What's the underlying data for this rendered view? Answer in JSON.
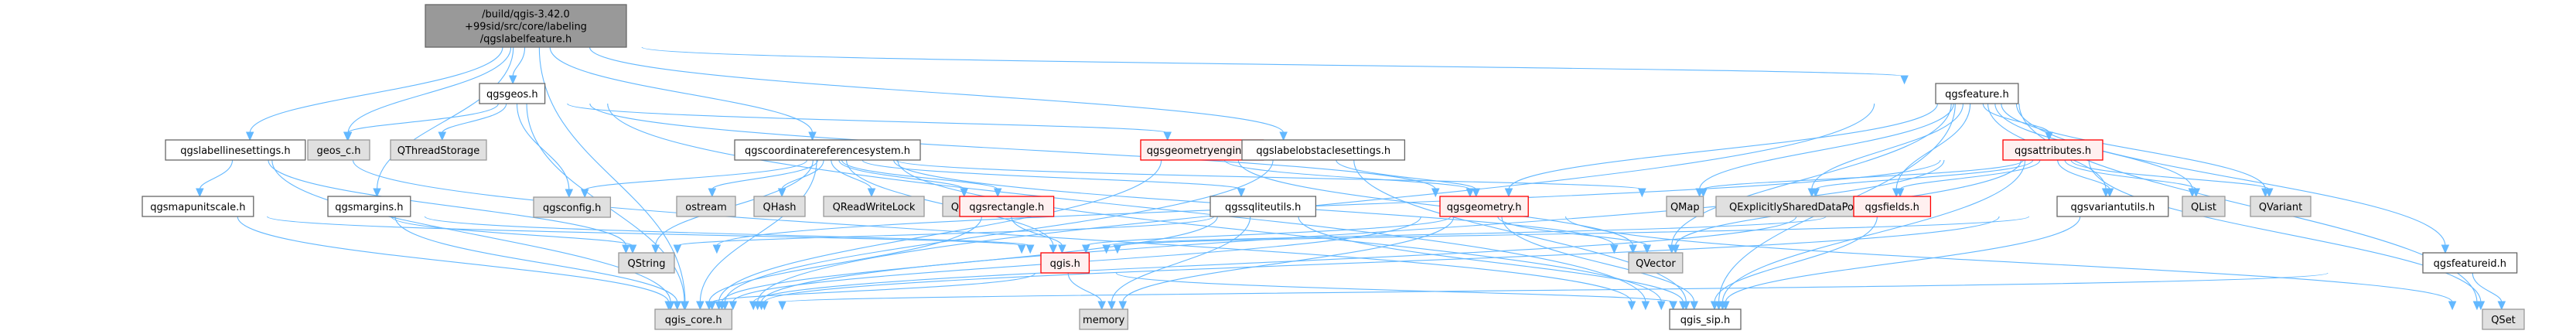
{
  "title": "qgslabelfeature.h include dependency graph",
  "colors": {
    "edge": "#63b8ff",
    "root_fill": "#999999",
    "root_border": "#666666",
    "doc_fill": "#ffffff",
    "doc_border": "#666666",
    "ext_fill": "#e0e0e0",
    "ext_border": "#999999",
    "trunc_fill": "#fff0f0",
    "trunc_border": "#ff0000"
  },
  "nodes": [
    {
      "id": "root",
      "label": [
        "/build/qgis-3.42.0",
        "+99sid/src/core/labeling",
        "/qgslabelfeature.h"
      ],
      "kind": "root"
    },
    {
      "id": "qgsgeos",
      "label": [
        "qgsgeos.h"
      ],
      "kind": "doc"
    },
    {
      "id": "qgsfeature",
      "label": [
        "qgsfeature.h"
      ],
      "kind": "doc"
    },
    {
      "id": "qgslabellinesettings",
      "label": [
        "qgslabellinesettings.h"
      ],
      "kind": "doc"
    },
    {
      "id": "geos_c",
      "label": [
        "geos_c.h"
      ],
      "kind": "ext"
    },
    {
      "id": "QThreadStorage",
      "label": [
        "QThreadStorage"
      ],
      "kind": "ext"
    },
    {
      "id": "qgscrs",
      "label": [
        "qgscoordinatereferencesystem.h"
      ],
      "kind": "doc"
    },
    {
      "id": "qgsgeometryengine",
      "label": [
        "qgsgeometryengine.h"
      ],
      "kind": "trunc"
    },
    {
      "id": "qgslabelobstaclesettings",
      "label": [
        "qgslabelobstaclesettings.h"
      ],
      "kind": "doc"
    },
    {
      "id": "qgsattributes",
      "label": [
        "qgsattributes.h"
      ],
      "kind": "trunc"
    },
    {
      "id": "qgsmapunitscale",
      "label": [
        "qgsmapunitscale.h"
      ],
      "kind": "doc"
    },
    {
      "id": "qgsmargins",
      "label": [
        "qgsmargins.h"
      ],
      "kind": "doc"
    },
    {
      "id": "qgsconfig",
      "label": [
        "qgsconfig.h"
      ],
      "kind": "ext"
    },
    {
      "id": "ostream",
      "label": [
        "ostream"
      ],
      "kind": "ext"
    },
    {
      "id": "QHash",
      "label": [
        "QHash"
      ],
      "kind": "ext"
    },
    {
      "id": "QReadWriteLock",
      "label": [
        "QReadWriteLock"
      ],
      "kind": "ext"
    },
    {
      "id": "QObject",
      "label": [
        "QObject"
      ],
      "kind": "ext"
    },
    {
      "id": "qgsrectangle",
      "label": [
        "qgsrectangle.h"
      ],
      "kind": "trunc"
    },
    {
      "id": "qgssqliteutils",
      "label": [
        "qgssqliteutils.h"
      ],
      "kind": "doc"
    },
    {
      "id": "qgsgeometry",
      "label": [
        "qgsgeometry.h"
      ],
      "kind": "trunc"
    },
    {
      "id": "QMap",
      "label": [
        "QMap"
      ],
      "kind": "ext"
    },
    {
      "id": "QESDP",
      "label": [
        "QExplicitlySharedDataPointer"
      ],
      "kind": "ext"
    },
    {
      "id": "qgsfields",
      "label": [
        "qgsfields.h"
      ],
      "kind": "trunc"
    },
    {
      "id": "qgsvariantutils",
      "label": [
        "qgsvariantutils.h"
      ],
      "kind": "doc"
    },
    {
      "id": "QList",
      "label": [
        "QList"
      ],
      "kind": "ext"
    },
    {
      "id": "QVariant",
      "label": [
        "QVariant"
      ],
      "kind": "ext"
    },
    {
      "id": "QString",
      "label": [
        "QString"
      ],
      "kind": "ext"
    },
    {
      "id": "qgis",
      "label": [
        "qgis.h"
      ],
      "kind": "trunc"
    },
    {
      "id": "QVector",
      "label": [
        "QVector"
      ],
      "kind": "ext"
    },
    {
      "id": "qgsfeatureid",
      "label": [
        "qgsfeatureid.h"
      ],
      "kind": "doc"
    },
    {
      "id": "qgis_core",
      "label": [
        "qgis_core.h"
      ],
      "kind": "ext"
    },
    {
      "id": "memory",
      "label": [
        "memory"
      ],
      "kind": "ext"
    },
    {
      "id": "qgis_sip",
      "label": [
        "qgis_sip.h"
      ],
      "kind": "doc"
    },
    {
      "id": "QSet",
      "label": [
        "QSet"
      ],
      "kind": "ext"
    }
  ],
  "edges": [
    [
      "root",
      "qgis_core"
    ],
    [
      "root",
      "qgslabellinesettings"
    ],
    [
      "root",
      "qgsmargins"
    ],
    [
      "root",
      "geos_c"
    ],
    [
      "root",
      "qgsgeos"
    ],
    [
      "root",
      "qgscrs"
    ],
    [
      "root",
      "qgslabelobstaclesettings"
    ],
    [
      "root",
      "qgsfeature"
    ],
    [
      "qgsgeos",
      "geos_c"
    ],
    [
      "qgsgeos",
      "QThreadStorage"
    ],
    [
      "qgsgeos",
      "qgsconfig"
    ],
    [
      "qgsgeos",
      "qgis_core"
    ],
    [
      "qgsgeos",
      "qgsgeometryengine"
    ],
    [
      "qgsgeos",
      "qgsgeometry"
    ],
    [
      "qgsgeos",
      "qgis_sip"
    ],
    [
      "qgslabellinesettings",
      "qgsmapunitscale"
    ],
    [
      "qgslabellinesettings",
      "qgis_core"
    ],
    [
      "qgslabellinesettings",
      "QString"
    ],
    [
      "qgslabellinesettings",
      "qgis_sip"
    ],
    [
      "qgsmapunitscale",
      "qgis_core"
    ],
    [
      "qgsmapunitscale",
      "qgis"
    ],
    [
      "qgsmargins",
      "qgis_core"
    ],
    [
      "qgsmargins",
      "QString"
    ],
    [
      "qgsmargins",
      "qgis"
    ],
    [
      "qgscrs",
      "qgis_core"
    ],
    [
      "qgscrs",
      "qgis_sip"
    ],
    [
      "qgscrs",
      "qgsconfig"
    ],
    [
      "qgscrs",
      "ostream"
    ],
    [
      "qgscrs",
      "QHash"
    ],
    [
      "qgscrs",
      "QReadWriteLock"
    ],
    [
      "qgscrs",
      "QObject"
    ],
    [
      "qgscrs",
      "qgsrectangle"
    ],
    [
      "qgscrs",
      "qgssqliteutils"
    ],
    [
      "qgscrs",
      "QString"
    ],
    [
      "qgscrs",
      "qgis"
    ],
    [
      "qgscrs",
      "QMap"
    ],
    [
      "qgscrs",
      "QVector"
    ],
    [
      "qgsgeometryengine",
      "qgsgeometry"
    ],
    [
      "qgsgeometryengine",
      "QVector"
    ],
    [
      "qgsgeometryengine",
      "qgis_core"
    ],
    [
      "qgslabelobstaclesettings",
      "qgsgeometry"
    ],
    [
      "qgslabelobstaclesettings",
      "qgis_core"
    ],
    [
      "qgslabelobstaclesettings",
      "qgis_sip"
    ],
    [
      "qgsrectangle",
      "qgis"
    ],
    [
      "qgsrectangle",
      "qgis_core"
    ],
    [
      "qgssqliteutils",
      "qgis_core"
    ],
    [
      "qgssqliteutils",
      "QString"
    ],
    [
      "qgssqliteutils",
      "memory"
    ],
    [
      "qgssqliteutils",
      "qgis_sip"
    ],
    [
      "qgsgeometry",
      "qgis"
    ],
    [
      "qgsgeometry",
      "QVector"
    ],
    [
      "qgsgeometry",
      "qgis_sip"
    ],
    [
      "qgsgeometry",
      "memory"
    ],
    [
      "qgsgeometry",
      "QSet"
    ],
    [
      "qgsgeometry",
      "qgis_core"
    ],
    [
      "qgsfeature",
      "qgis_core"
    ],
    [
      "qgsfeature",
      "qgis_sip"
    ],
    [
      "qgsfeature",
      "QExplicitlySharedDataPointer"
    ],
    [
      "qgsfeature",
      "QList"
    ],
    [
      "qgsfeature",
      "QVariant"
    ],
    [
      "qgsfeature",
      "QVector"
    ],
    [
      "qgsfeature",
      "QSet"
    ],
    [
      "qgsfeature",
      "qgsattributes"
    ],
    [
      "qgsfeature",
      "qgsfields"
    ],
    [
      "qgsfeature",
      "qgsfeatureid"
    ],
    [
      "qgsfeature",
      "qgsgeometry"
    ],
    [
      "qgsfeature",
      "QMap"
    ],
    [
      "qgsfeature",
      "qgsvariantutils"
    ],
    [
      "qgsfeature",
      "QESDP"
    ],
    [
      "qgsattributes",
      "QMap"
    ],
    [
      "qgsattributes",
      "QESDP"
    ],
    [
      "qgsattributes",
      "qgsfields"
    ],
    [
      "qgsattributes",
      "qgsvariantutils"
    ],
    [
      "qgsattributes",
      "QList"
    ],
    [
      "qgsattributes",
      "QVariant"
    ],
    [
      "qgsattributes",
      "QVector"
    ],
    [
      "qgsattributes",
      "qgis_core"
    ],
    [
      "qgsattributes",
      "qgis_sip"
    ],
    [
      "qgsattributes",
      "QString"
    ],
    [
      "qgsattributes",
      "QSet"
    ],
    [
      "qgsfields",
      "qgis_core"
    ],
    [
      "qgsfields",
      "qgis_sip"
    ],
    [
      "qgsfields",
      "qgis"
    ],
    [
      "qgsvariantutils",
      "qgis_core"
    ],
    [
      "qgsvariantutils",
      "qgis_sip"
    ],
    [
      "qgsvariantutils",
      "qgis"
    ],
    [
      "qgis",
      "memory"
    ],
    [
      "qgis",
      "qgis_sip"
    ],
    [
      "qgis",
      "qgis_core"
    ],
    [
      "qgsfeatureid",
      "QSet"
    ],
    [
      "qgsfeatureid",
      "qgis_core"
    ]
  ]
}
